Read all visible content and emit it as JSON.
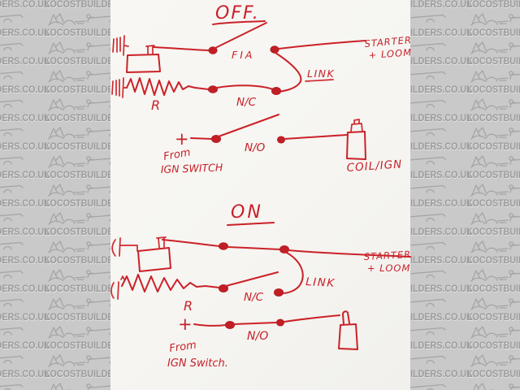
{
  "watermark": {
    "text": "LOCOSTBUILDERS.CO.UK",
    "car_icon": "locost-car-sketch"
  },
  "ink_color": "#cb2128",
  "diagram": {
    "off": {
      "title": "OFF.",
      "contact_label": "FIA",
      "starter_line1": "STARTER",
      "starter_line2": "+ LOOM",
      "link_label": "LINK",
      "resistor_label": "R",
      "nc_label": "N/C",
      "plus": "+",
      "no_label": "N/O",
      "from_line1": "From",
      "from_line2": "IGN SWITCH",
      "coil_label": "COIL/IGN"
    },
    "on": {
      "title": "ON",
      "starter_line1": "STARTER",
      "starter_line2": "+ LOOM",
      "link_label": "LINK",
      "resistor_label": "R",
      "nc_label": "N/C",
      "plus": "+",
      "no_label": "N/O",
      "from_line1": "From",
      "from_line2": "IGN Switch."
    }
  }
}
